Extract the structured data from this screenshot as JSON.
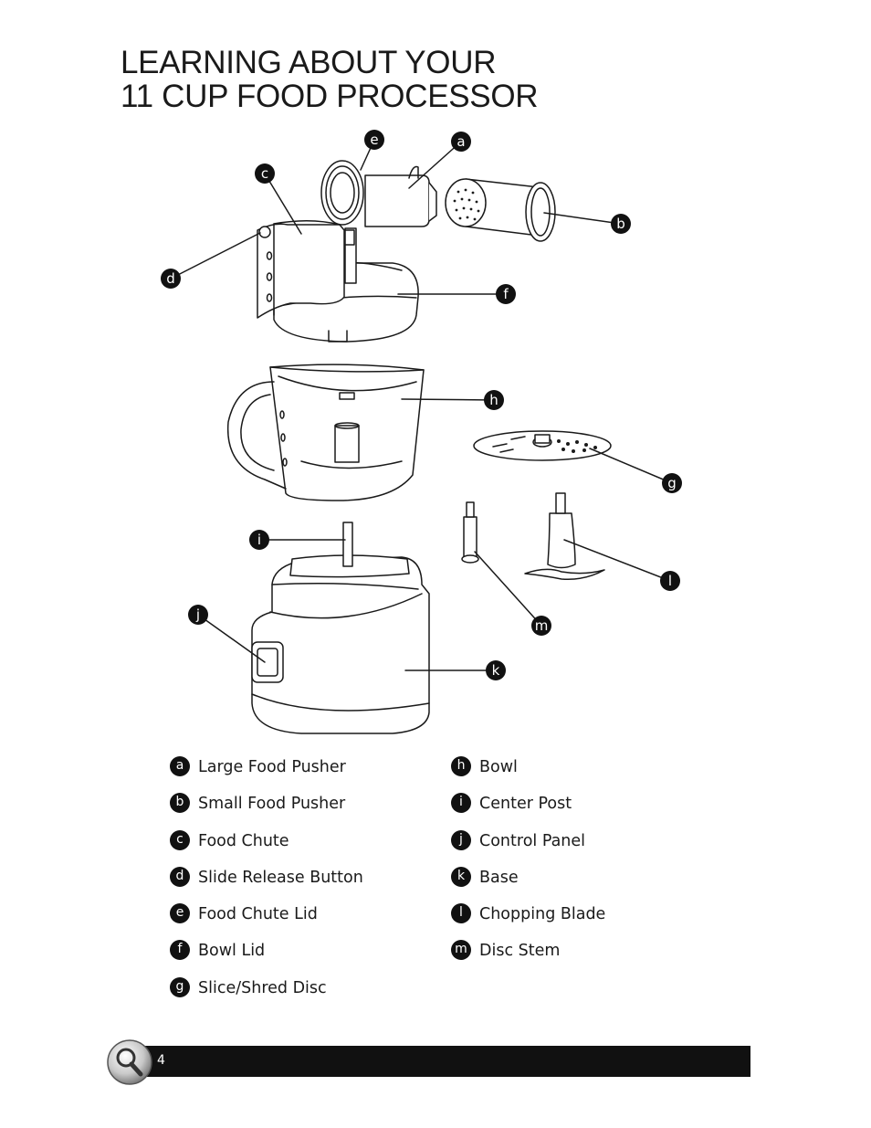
{
  "header": {
    "title_line1": "LEARNING ABOUT YOUR",
    "title_line2": "11 CUP FOOD PROCESSOR"
  },
  "callouts": [
    "a",
    "b",
    "c",
    "d",
    "e",
    "f",
    "g",
    "h",
    "i",
    "j",
    "k",
    "l",
    "m"
  ],
  "parts_left": [
    {
      "letter": "a",
      "label": "Large Food Pusher"
    },
    {
      "letter": "b",
      "label": "Small Food Pusher"
    },
    {
      "letter": "c",
      "label": "Food Chute"
    },
    {
      "letter": "d",
      "label": "Slide Release Button"
    },
    {
      "letter": "e",
      "label": "Food Chute Lid"
    },
    {
      "letter": "f",
      "label": "Bowl Lid"
    },
    {
      "letter": "g",
      "label": "Slice/Shred Disc"
    }
  ],
  "parts_right": [
    {
      "letter": "h",
      "label": "Bowl"
    },
    {
      "letter": "i",
      "label": "Center Post"
    },
    {
      "letter": "j",
      "label": "Control Panel"
    },
    {
      "letter": "k",
      "label": "Base"
    },
    {
      "letter": "l",
      "label": "Chopping Blade"
    },
    {
      "letter": "m",
      "label": "Disc Stem"
    }
  ],
  "footer": {
    "page_number": "4",
    "icon": "magnifier-icon"
  }
}
